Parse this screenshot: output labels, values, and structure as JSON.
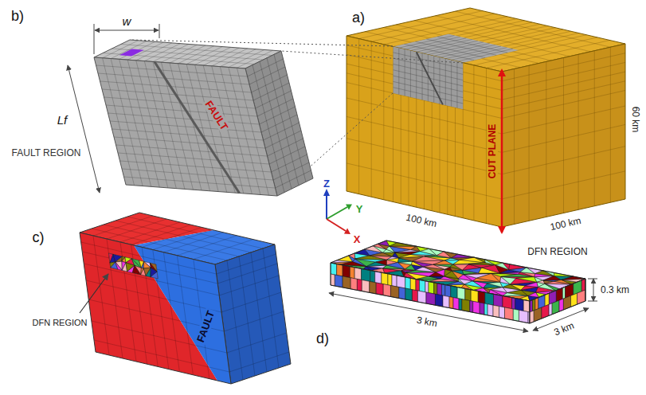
{
  "diagram": {
    "labels": [
      "b)",
      "w",
      "FAULT REGION",
      "Lf",
      "FAULT",
      "a)",
      "CUT PLANE",
      "60 km",
      "100 km",
      "100 km",
      "Z",
      "Y",
      "X",
      "c)",
      "DFN REGION",
      "FAULT",
      "d)",
      "DFN REGION",
      "3 km",
      "3 km",
      "0.3 km"
    ]
  }
}
